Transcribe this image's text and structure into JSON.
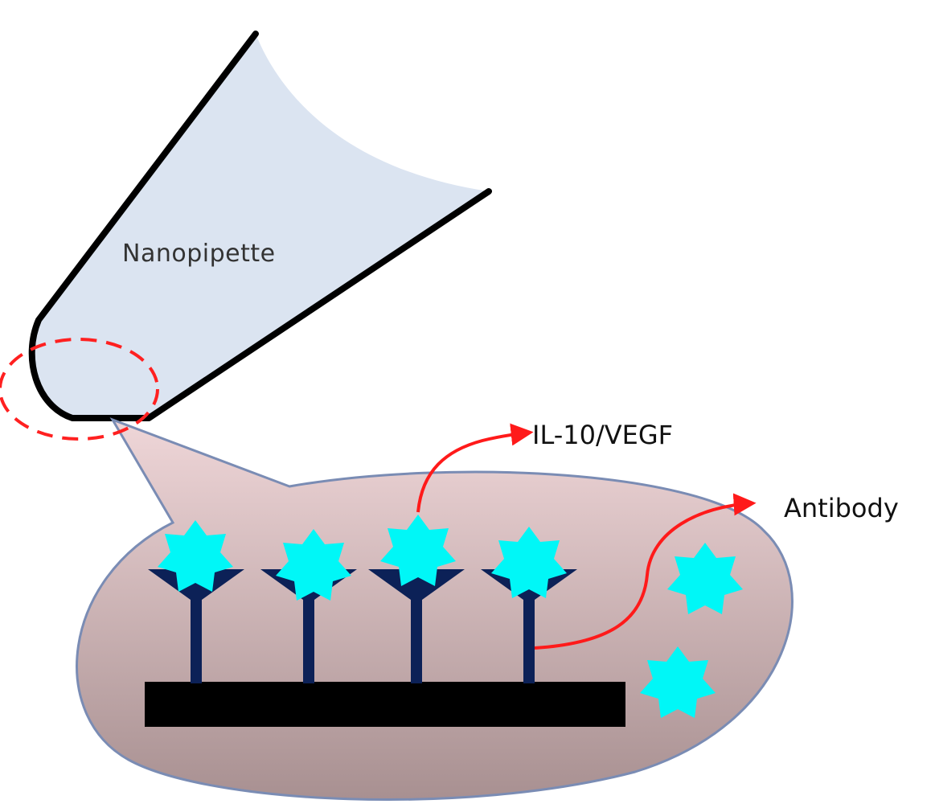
{
  "labels": {
    "nanopipette": "Nanopipette",
    "analyte": "IL-10/VEGF",
    "antibody": "Antibody"
  },
  "colors": {
    "pipette_fill": "#dbe4f1",
    "pipette_outline": "#000000",
    "region_fill_top": "#efd6d8",
    "region_fill_bottom": "#a89091",
    "region_outline": "#7a8cb4",
    "antibody": "#0c2157",
    "molecule": "#00f7f7",
    "substrate": "#000000",
    "arrow": "#ff1a1a",
    "highlight": "#ff2020"
  },
  "icons": {
    "molecule": "seven-point-star-icon",
    "antibody": "y-shaped-antibody-icon",
    "arrow": "curved-red-arrow-icon"
  }
}
